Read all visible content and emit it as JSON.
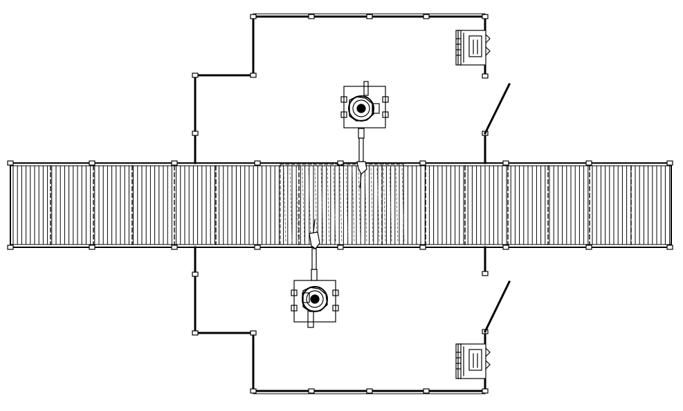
{
  "diagram": {
    "type": "robotic-cell-layout-plan",
    "colors": {
      "line": "#000000",
      "background": "#ffffff",
      "work_zone_hatch": "#555555"
    },
    "components": {
      "conveyor": "roller-conveyor",
      "robots": [
        "robot-top",
        "robot-bottom"
      ],
      "controllers": [
        "controller-top",
        "controller-bottom"
      ],
      "fence": "safety-fence",
      "doors": [
        "door-top",
        "door-bottom"
      ]
    }
  }
}
